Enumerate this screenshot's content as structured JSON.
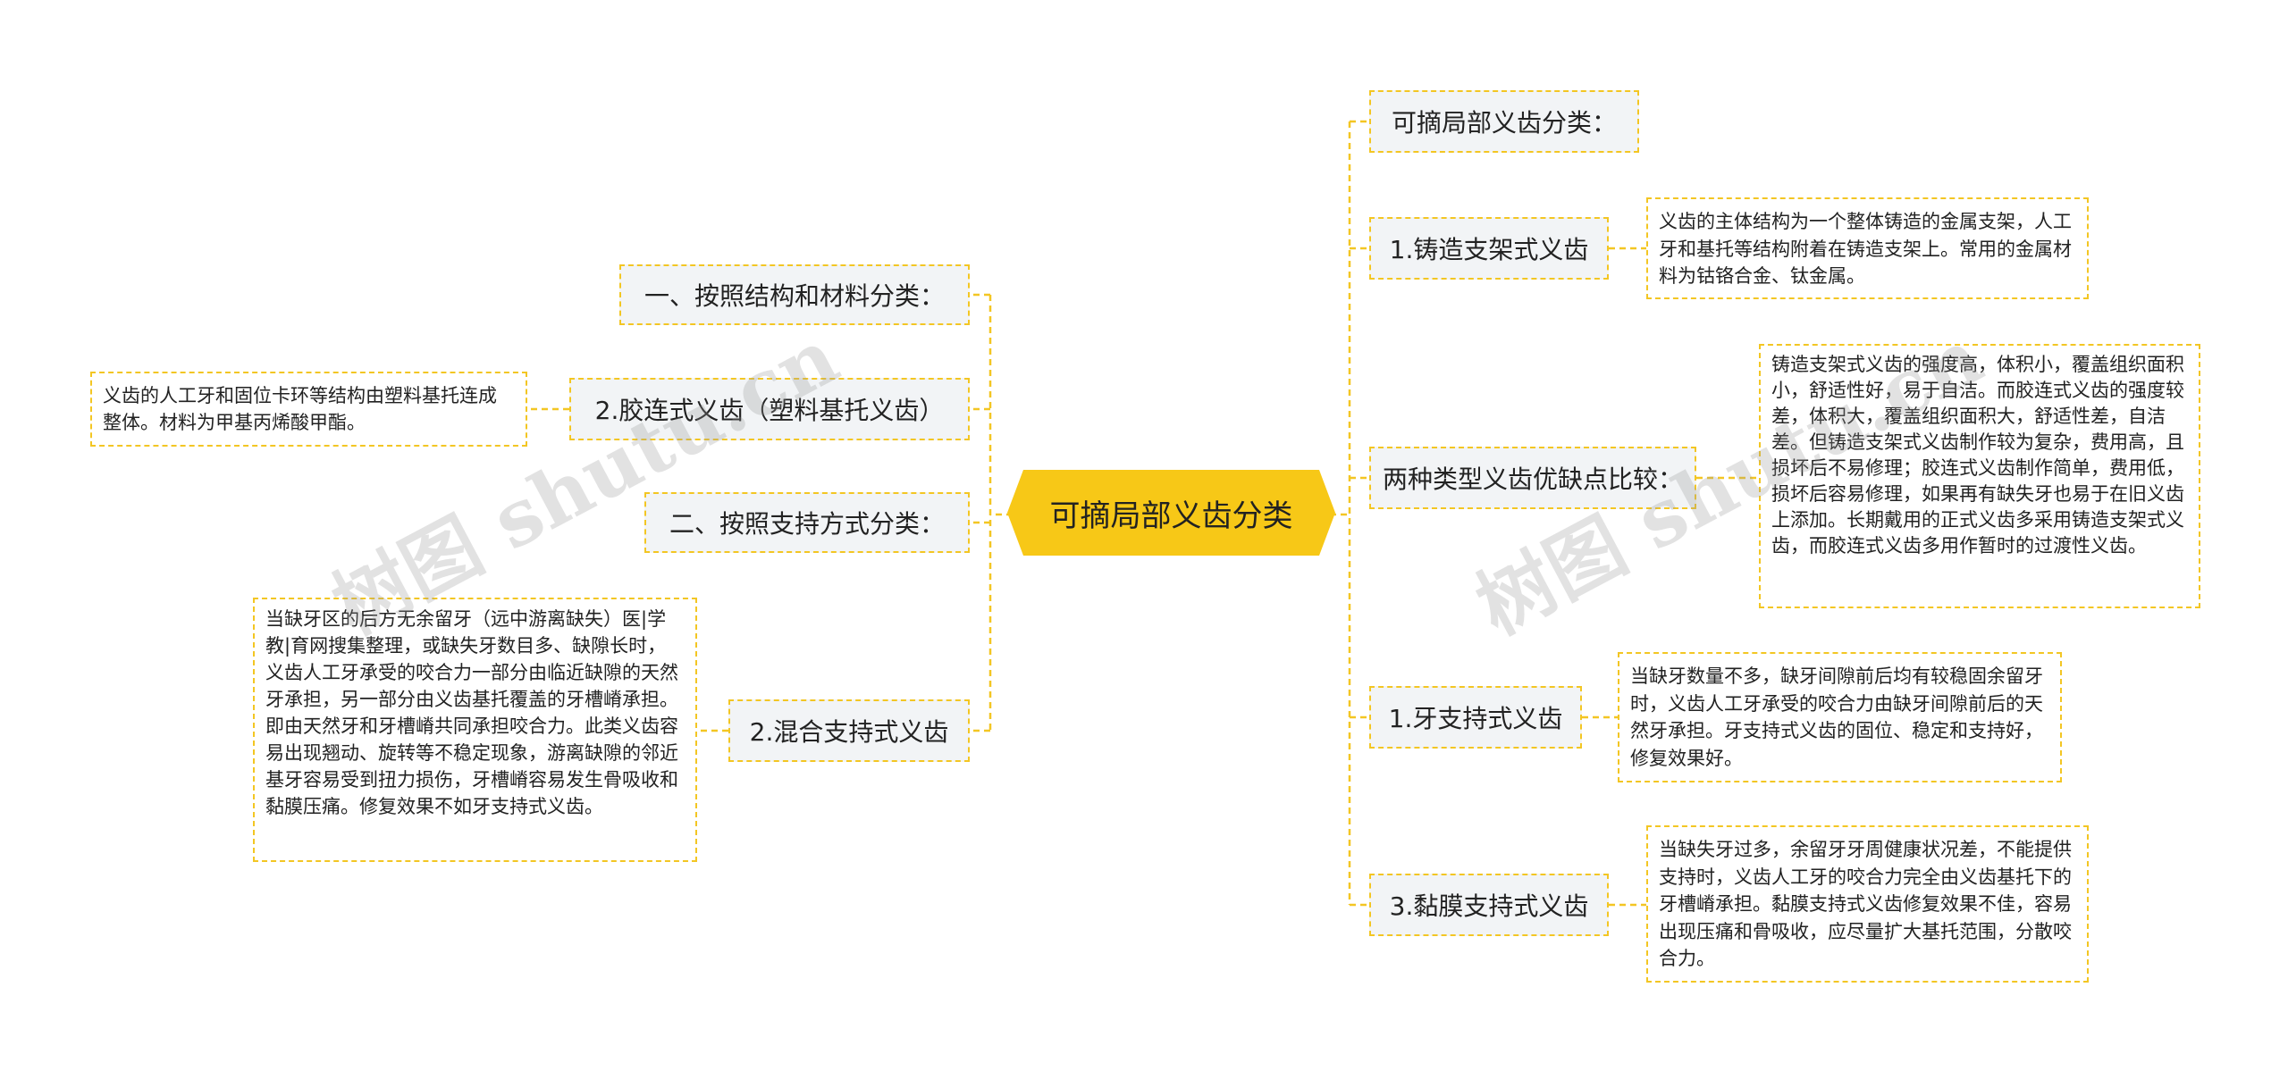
{
  "root": {
    "label": "可摘局部义齿分类"
  },
  "left": {
    "by_structure": {
      "label": "一、按照结构和材料分类："
    },
    "glued": {
      "label": "2.胶连式义齿（塑料基托义齿）",
      "detail": "义齿的人工牙和固位卡环等结构由塑料基托连成整体。材料为甲基丙烯酸甲酯。"
    },
    "by_support": {
      "label": "二、按照支持方式分类："
    },
    "mixed": {
      "label": "2.混合支持式义齿",
      "detail": "当缺牙区的后方无余留牙（远中游离缺失）医|学教|育网搜集整理，或缺失牙数目多、缺隙长时，义齿人工牙承受的咬合力一部分由临近缺隙的天然牙承担，另一部分由义齿基托覆盖的牙槽嵴承担。即由天然牙和牙槽嵴共同承担咬合力。此类义齿容易出现翘动、旋转等不稳定现象，游离缺隙的邻近基牙容易受到扭力损伤，牙槽嵴容易发生骨吸收和黏膜压痛。修复效果不如牙支持式义齿。"
    }
  },
  "right": {
    "classification": {
      "label": "可摘局部义齿分类："
    },
    "cast": {
      "label": "1.铸造支架式义齿",
      "detail": "义齿的主体结构为一个整体铸造的金属支架，人工牙和基托等结构附着在铸造支架上。常用的金属材料为钴铬合金、钛金属。"
    },
    "compare": {
      "label": "两种类型义齿优缺点比较：",
      "detail": "铸造支架式义齿的强度高，体积小，覆盖组织面积小，舒适性好，易于自洁。而胶连式义齿的强度较差，体积大，覆盖组织面积大，舒适性差，自洁差。但铸造支架式义齿制作较为复杂，费用高，且损坏后不易修理；胶连式义齿制作简单，费用低，损坏后容易修理，如果再有缺失牙也易于在旧义齿上添加。长期戴用的正式义齿多采用铸造支架式义齿，而胶连式义齿多用作暂时的过渡性义齿。"
    },
    "tooth": {
      "label": "1.牙支持式义齿",
      "detail": "当缺牙数量不多，缺牙间隙前后均有较稳固余留牙时，义齿人工牙承受的咬合力由缺牙间隙前后的天然牙承担。牙支持式义齿的固位、稳定和支持好，修复效果好。"
    },
    "mucosa": {
      "label": "3.黏膜支持式义齿",
      "detail": "当缺失牙过多，余留牙牙周健康状况差，不能提供支持时，义齿人工牙的咬合力完全由义齿基托下的牙槽嵴承担。黏膜支持式义齿修复效果不佳，容易出现压痛和骨吸收，应尽量扩大基托范围，分散咬合力。"
    }
  },
  "watermark": {
    "text": "树图 shutu.cn"
  },
  "colors": {
    "root_fill": "#f7c817",
    "border": "#f3c623",
    "node_fill": "#f2f4f6",
    "line": "#f3c623"
  }
}
